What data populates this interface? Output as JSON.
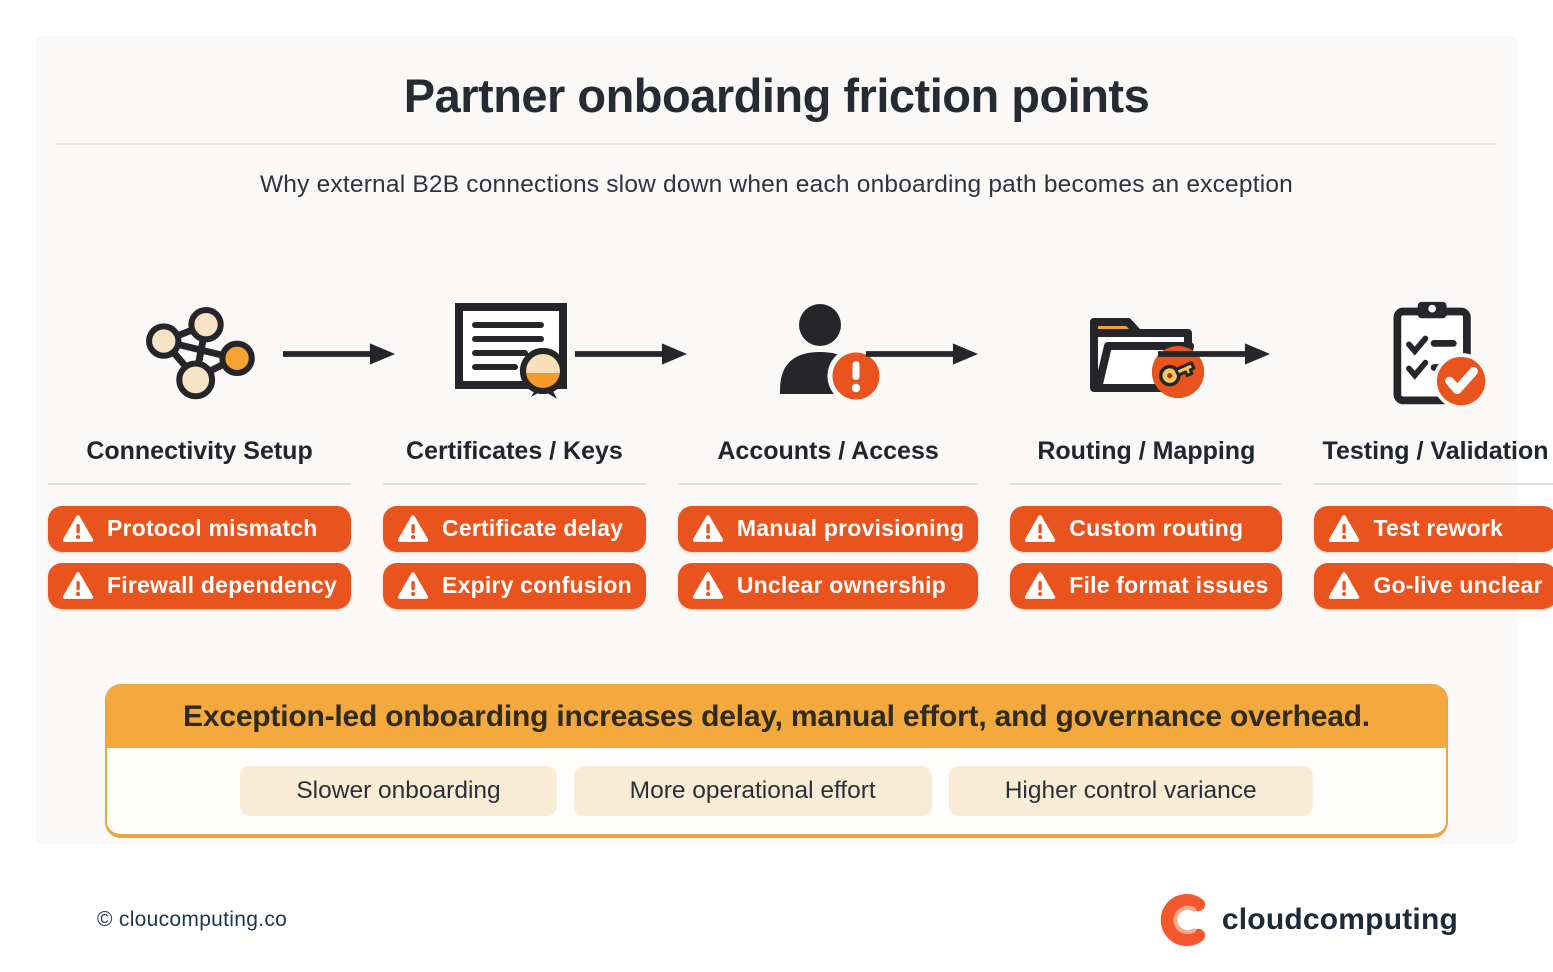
{
  "header": {
    "title": "Partner onboarding friction points",
    "subtitle": "Why external B2B connections slow down when each onboarding path becomes an exception"
  },
  "stages": [
    {
      "label": "Connectivity Setup",
      "icon": "network-nodes-icon",
      "issues": [
        "Protocol mismatch",
        "Firewall dependency"
      ]
    },
    {
      "label": "Certificates / Keys",
      "icon": "certificate-seal-icon",
      "issues": [
        "Certificate delay",
        "Expiry confusion"
      ]
    },
    {
      "label": "Accounts / Access",
      "icon": "user-alert-icon",
      "issues": [
        "Manual provisioning",
        "Unclear ownership"
      ]
    },
    {
      "label": "Routing / Mapping",
      "icon": "folder-key-icon",
      "issues": [
        "Custom routing",
        "File format issues"
      ]
    },
    {
      "label": "Testing / Validation",
      "icon": "clipboard-check-icon",
      "issues": [
        "Test rework",
        "Go-live unclear"
      ]
    }
  ],
  "summary": {
    "headline": "Exception-led onboarding increases delay, manual effort, and governance overhead.",
    "outcomes": [
      "Slower onboarding",
      "More operational effort",
      "Higher control variance"
    ]
  },
  "footer": {
    "copyright": "© cloucomputing.co",
    "brand": "cloudcomputing"
  },
  "colors": {
    "badge_orange": "#E9531E",
    "banner_amber": "#F3A93E",
    "pill_cream": "#F8ECD6",
    "node_orange": "#F5A431",
    "node_cream": "#F7E4C6",
    "ink_dark": "#262A33",
    "line_dark": "#26262a",
    "brand_navy": "#1C2B3A",
    "logo_orange": "#F4572E"
  }
}
